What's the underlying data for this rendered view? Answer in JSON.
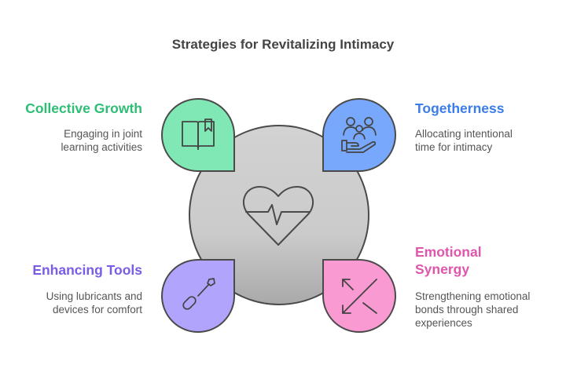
{
  "title": "Strategies for Revitalizing Intimacy",
  "center": {
    "icon": "heart-pulse-icon",
    "fill": "#cccccc"
  },
  "items": [
    {
      "heading": "Collective Growth",
      "description_lines": [
        "Engaging in joint",
        "learning activities"
      ],
      "color": "#2ebd74",
      "fill": "#80e8b5",
      "icon": "open-book-bookmark-icon"
    },
    {
      "heading": "Togetherness",
      "description_lines": [
        "Allocating intentional",
        "time for intimacy"
      ],
      "color": "#3b7de9",
      "fill": "#78a8fb",
      "icon": "family-in-hand-icon"
    },
    {
      "heading": "Enhancing Tools",
      "description_lines": [
        "Using lubricants and",
        "devices for comfort"
      ],
      "color": "#7a5ce6",
      "fill": "#b0a4fc",
      "icon": "applicator-tool-icon"
    },
    {
      "heading_lines": [
        "Emotional",
        "Synergy"
      ],
      "description_lines": [
        "Strengthening emotional",
        "bonds through shared",
        "experiences"
      ],
      "color": "#e056ad",
      "fill": "#fa9ad2",
      "icon": "arrows-exchange-icon"
    }
  ]
}
